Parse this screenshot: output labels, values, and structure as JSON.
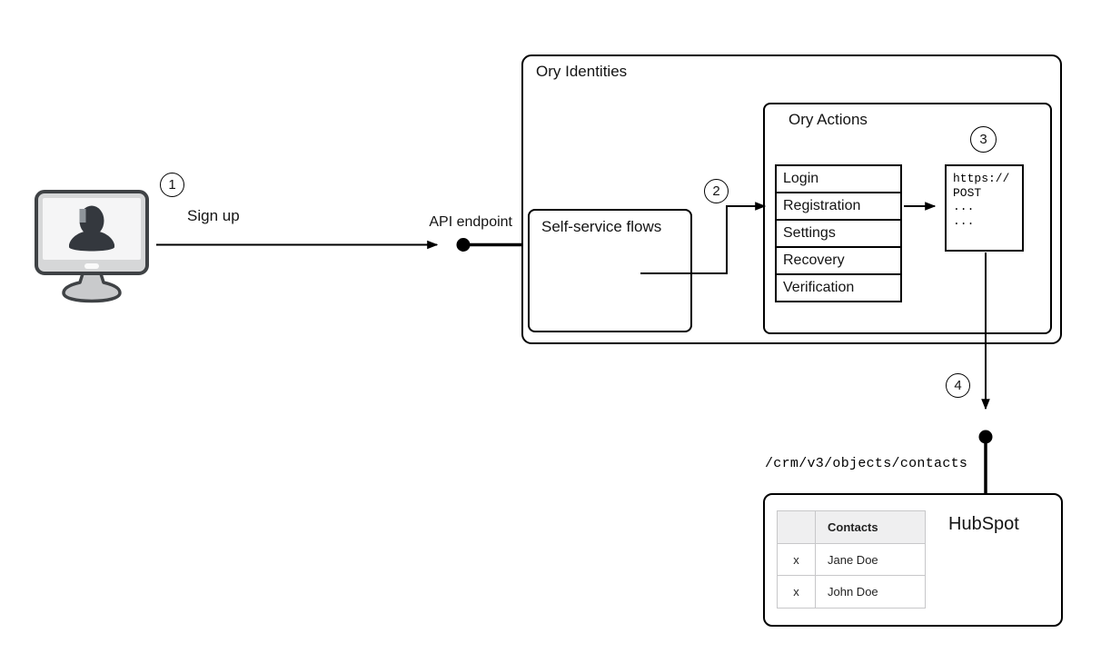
{
  "diagram": {
    "steps": [
      "1",
      "2",
      "3",
      "4"
    ],
    "labels": {
      "sign_up": "Sign up",
      "api_endpoint": "API endpoint",
      "crm_path": "/crm/v3/objects/contacts"
    },
    "ory_identities": {
      "title": "Ory Identities",
      "self_service": {
        "title": "Self-service flows"
      },
      "ory_actions": {
        "title": "Ory Actions",
        "flows": [
          "Login",
          "Registration",
          "Settings",
          "Recovery",
          "Verification"
        ],
        "webhook": {
          "lines": [
            "https://",
            "POST",
            "...",
            "..."
          ]
        }
      }
    },
    "hubspot": {
      "title": "HubSpot",
      "contacts_table": {
        "header": "Contacts",
        "rows": [
          {
            "mark": "x",
            "name": "Jane Doe"
          },
          {
            "mark": "x",
            "name": "John Doe"
          }
        ]
      }
    },
    "colors": {
      "line": "#000000",
      "box_border": "#000000",
      "table_header_bg": "#efeff0",
      "table_border": "#c7c7c9",
      "icon_frame": "#d6d7d8",
      "icon_screen": "#f5f5f6",
      "icon_person": "#34383e",
      "icon_highlight": "#8f959b"
    }
  }
}
